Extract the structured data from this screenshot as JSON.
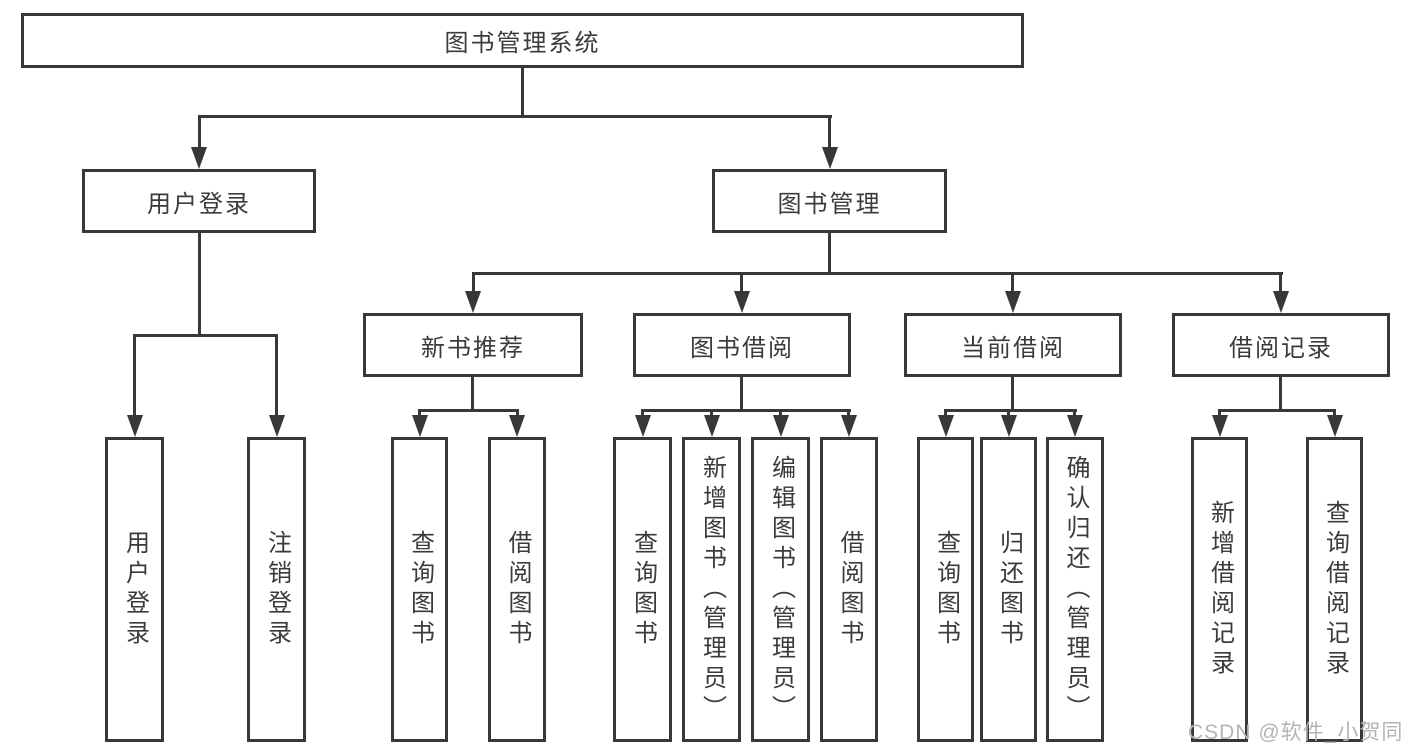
{
  "diagram": {
    "title": "图书管理系统",
    "level2": [
      {
        "label": "用户登录"
      },
      {
        "label": "图书管理"
      }
    ],
    "level3": [
      {
        "label": "新书推荐"
      },
      {
        "label": "图书借阅"
      },
      {
        "label": "当前借阅"
      },
      {
        "label": "借阅记录"
      }
    ],
    "leaves": [
      {
        "label": "用户登录"
      },
      {
        "label": "注销登录"
      },
      {
        "label": "查询图书"
      },
      {
        "label": "借阅图书"
      },
      {
        "label": "查询图书"
      },
      {
        "label": "新增图书（管理员）"
      },
      {
        "label": "编辑图书（管理员）"
      },
      {
        "label": "借阅图书"
      },
      {
        "label": "查询图书"
      },
      {
        "label": "归还图书"
      },
      {
        "label": "确认归还（管理员）"
      },
      {
        "label": "新增借阅记录"
      },
      {
        "label": "查询借阅记录"
      }
    ],
    "hierarchy": {
      "图书管理系统": {
        "用户登录": [
          "用户登录",
          "注销登录"
        ],
        "图书管理": {
          "新书推荐": [
            "查询图书",
            "借阅图书"
          ],
          "图书借阅": [
            "查询图书",
            "新增图书（管理员）",
            "编辑图书（管理员）",
            "借阅图书"
          ],
          "当前借阅": [
            "查询图书",
            "归还图书",
            "确认归还（管理员）"
          ],
          "借阅记录": [
            "新增借阅记录",
            "查询借阅记录"
          ]
        }
      }
    },
    "watermark": "CSDN @软件_小贺同学",
    "colors": {
      "line": "#383838",
      "text": "#3b3b3b",
      "watermark": "#b4b4b4",
      "background": "#ffffff"
    }
  }
}
